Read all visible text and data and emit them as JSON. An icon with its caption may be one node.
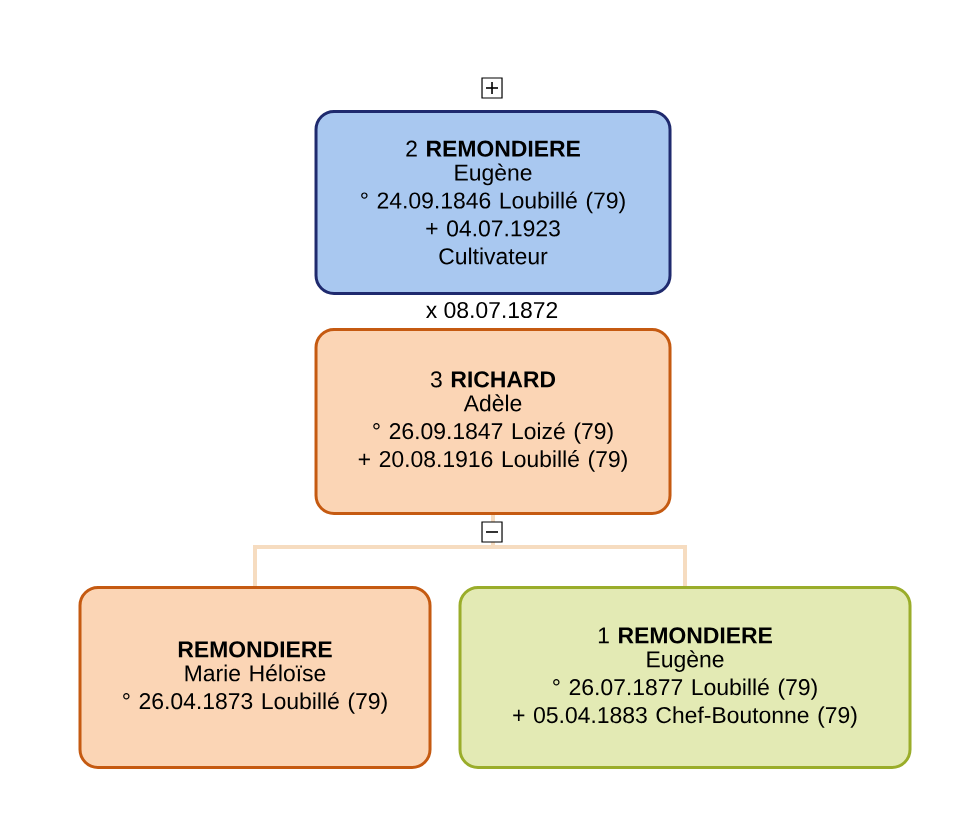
{
  "diagram": {
    "nodes": [
      {
        "text": [
          "2 **REMONDIERE**",
          "Eugène",
          "° 24.09.1846 Loubillé (79)",
          "+ 04.07.1923",
          "Cultivateur"
        ]
      },
      {
        "text": [
          "3 **RICHARD**",
          "Adèle",
          "° 26.09.1847 Loizé (79)",
          "+ 20.08.1916 Loubillé (79)"
        ]
      },
      {
        "text": [
          "**REMONDIERE**",
          "Marie Héloïse",
          "° 26.04.1873 Loubillé (79)"
        ]
      },
      {
        "text": [
          "1 **REMONDIERE**",
          "Eugène",
          "° 26.07.1877 Loubillé (79)",
          "+ 05.04.1883 Chef-Boutonne (79)"
        ]
      }
    ],
    "edges": [
      {
        "from": 1,
        "to": 2,
        "arrow": "none"
      },
      {
        "from": 1,
        "to": 3,
        "arrow": "none"
      }
    ],
    "labels": [
      "x 08.07.1872"
    ]
  }
}
